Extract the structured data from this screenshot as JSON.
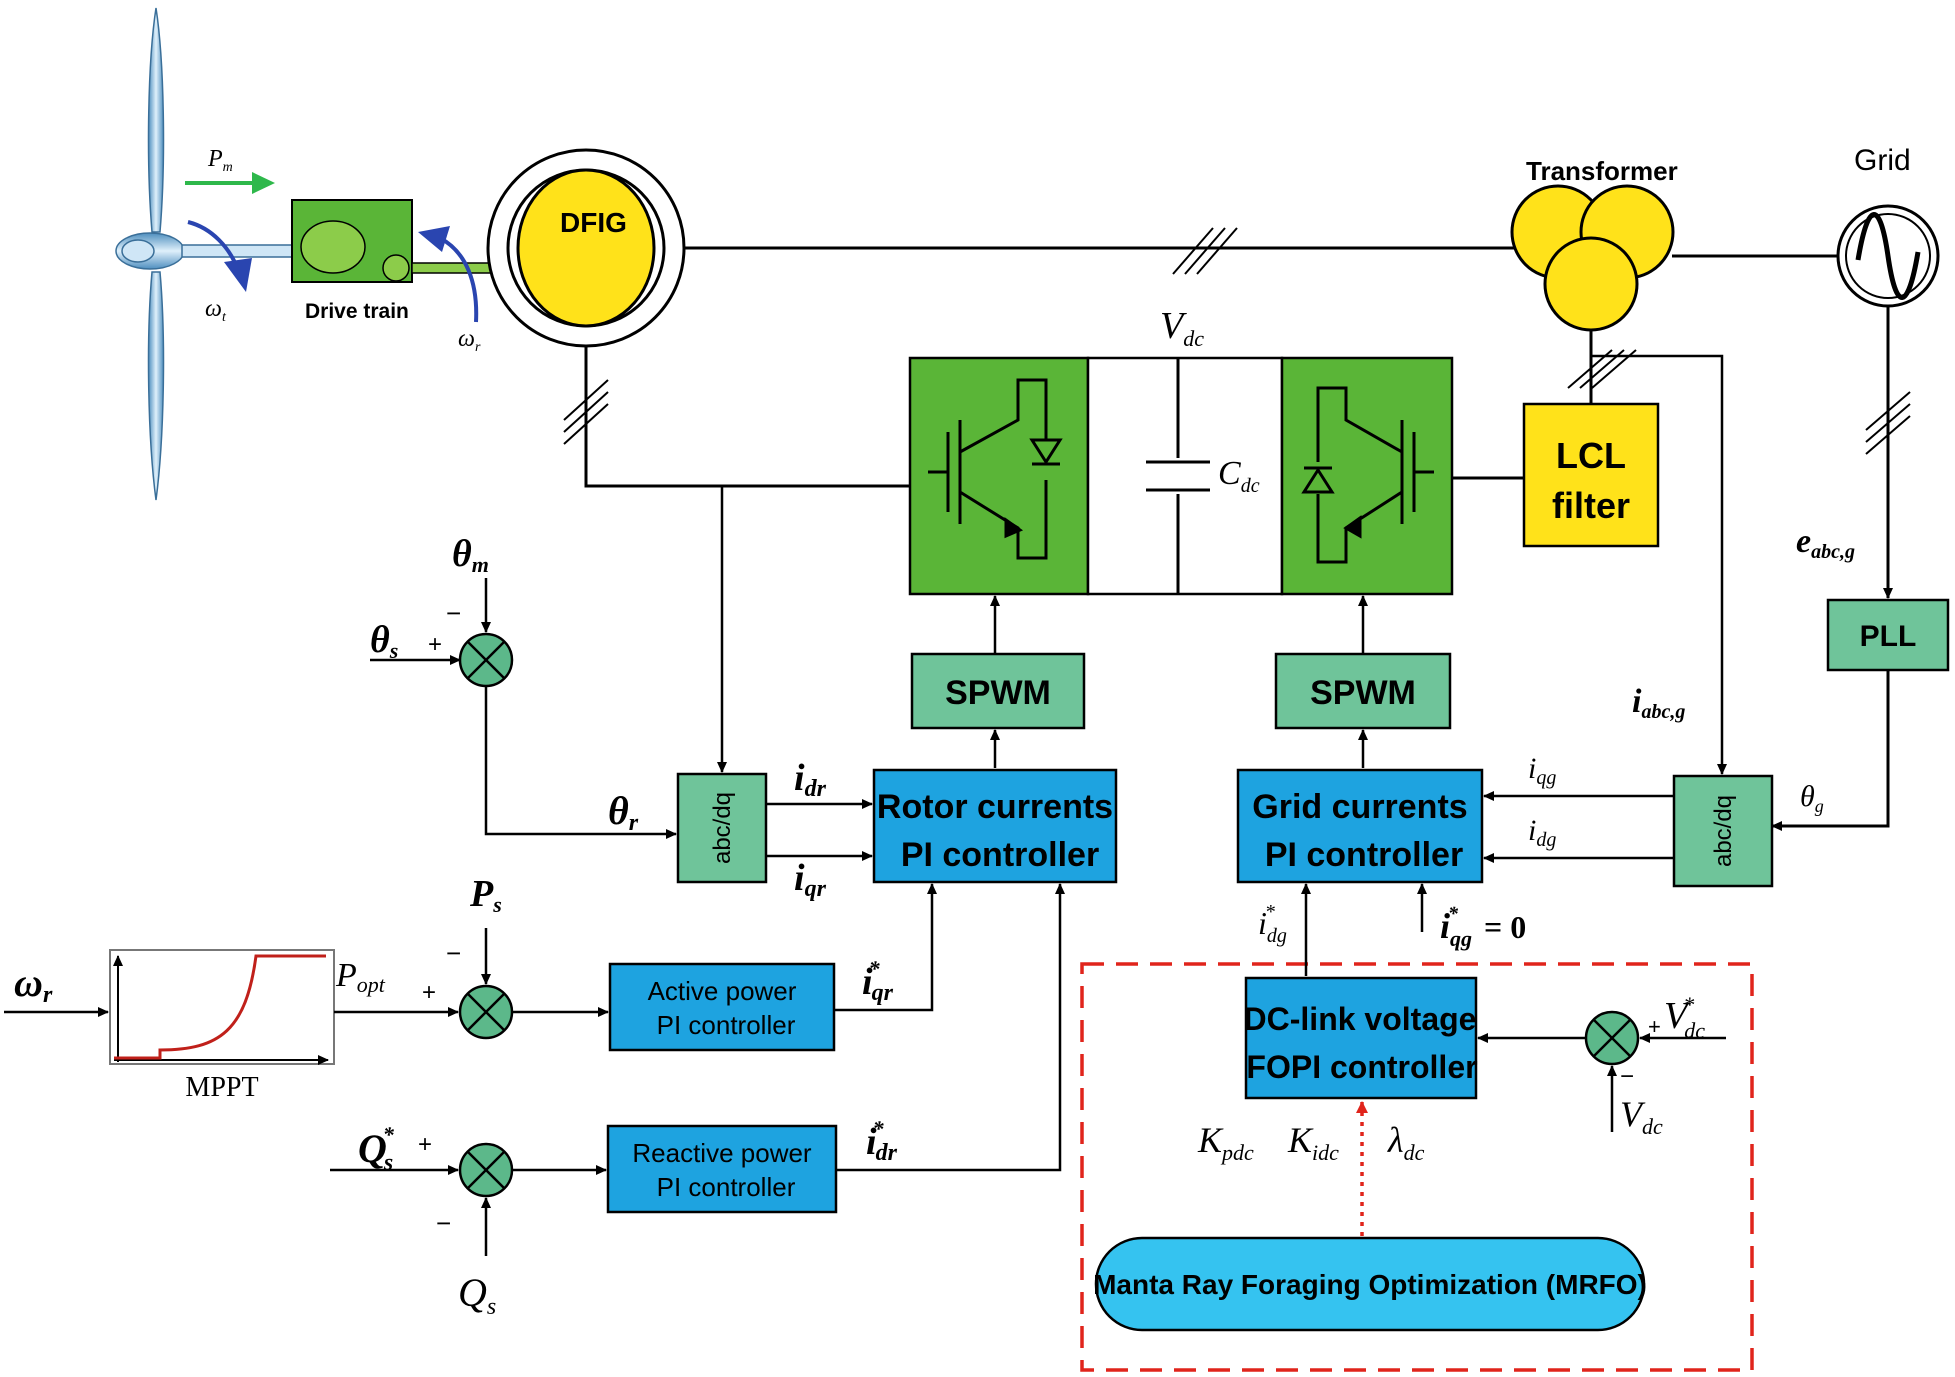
{
  "colors": {
    "green_block": "#5ab537",
    "light_green": "#6fc49a",
    "blue_block": "#1ea3e0",
    "yellow": "#ffe21a",
    "red_dash": "#e0241b",
    "arrow_green": "#2eb84b",
    "arrow_blue": "#2a45b0",
    "mrfo": "#35c3f0",
    "mppt_curve": "#c0201a"
  },
  "labels": {
    "dfig": "DFIG",
    "drive_train": "Drive train",
    "transformer": "Transformer",
    "grid": "Grid",
    "lcl_1": "LCL",
    "lcl_2": "filter",
    "spwm_left": "SPWM",
    "spwm_right": "SPWM",
    "pll": "PLL",
    "abcdq_left": "abc/dq",
    "abcdq_right": "abc/dq",
    "rotor_pi_1": "Rotor currents",
    "rotor_pi_2": "PI controller",
    "grid_pi_1": "Grid currents",
    "grid_pi_2": "PI controller",
    "active_pi_1": "Active power",
    "active_pi_2": "PI controller",
    "reactive_pi_1": "Reactive power",
    "reactive_pi_2": "PI controller",
    "fopi_1": "DC-link voltage",
    "fopi_2": "FOPI controller",
    "mrfo": "Manta Ray Foraging Optimization (MRFO)",
    "mppt": "MPPT"
  },
  "symbols": {
    "Pm": {
      "main": "P",
      "sub": "m"
    },
    "wt": {
      "main": "ω",
      "sub": "t"
    },
    "wr_top": {
      "main": "ω",
      "sub": "r"
    },
    "Vdc_top": {
      "main": "V",
      "sub": "dc"
    },
    "Cdc": {
      "main": "C",
      "sub": "dc"
    },
    "eabcg": {
      "main": "e",
      "sub": "abc,g"
    },
    "iabcg": {
      "main": "i",
      "sub": "abc,g"
    },
    "theta_m": {
      "main": "θ",
      "sub": "m"
    },
    "theta_s": {
      "main": "θ",
      "sub": "s"
    },
    "theta_r": {
      "main": "θ",
      "sub": "r"
    },
    "theta_g": {
      "main": "θ",
      "sub": "g"
    },
    "idr": {
      "main": "i",
      "sub": "dr"
    },
    "iqr": {
      "main": "i",
      "sub": "qr"
    },
    "iqg": {
      "main": "i",
      "sub": "qg"
    },
    "idg": {
      "main": "i",
      "sub": "dg"
    },
    "Ps": {
      "main": "P",
      "sub": "s"
    },
    "Popt": {
      "main": "P",
      "sub": "opt"
    },
    "wr_left": {
      "main": "ω",
      "sub": "r"
    },
    "iqr_star": {
      "main": "i",
      "sub": "qr",
      "sup": "*"
    },
    "idr_star": {
      "main": "i",
      "sub": "dr",
      "sup": "*"
    },
    "idg_star": {
      "main": "i",
      "sub": "dg",
      "sup": "*"
    },
    "iqg_star": {
      "main": "i",
      "sub": "qg",
      "sup": "*",
      "tail": "= 0"
    },
    "Qs_star": {
      "main": "Q",
      "sub": "s",
      "sup": "*"
    },
    "Qs": {
      "main": "Q",
      "sub": "s"
    },
    "Vdc_star": {
      "main": "V",
      "sub": "dc",
      "sup": "*"
    },
    "Vdc_fb": {
      "main": "V",
      "sub": "dc"
    },
    "Kpdc": {
      "main": "K",
      "sub": "pdc"
    },
    "Kidc": {
      "main": "K",
      "sub": "idc"
    },
    "ldc": {
      "main": "λ",
      "sub": "dc"
    }
  },
  "signs": {
    "plus": "+",
    "minus": "−"
  }
}
